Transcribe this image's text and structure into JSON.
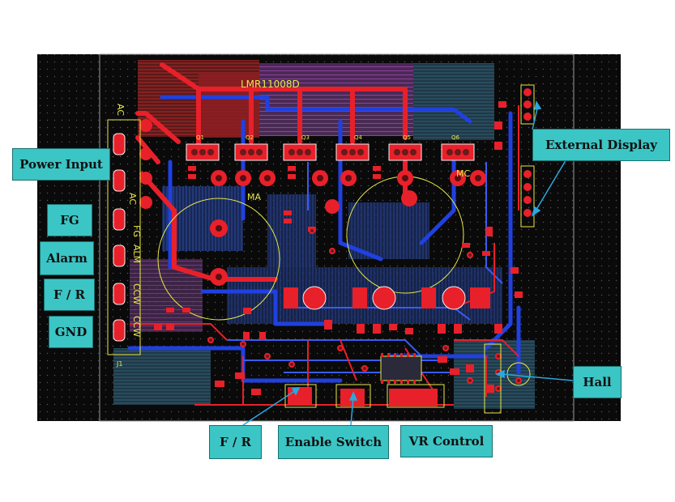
{
  "board": {
    "main_label": "LMR11008D",
    "silkscreen": {
      "ac_top": "AC",
      "ac_side": "AC",
      "fg": "FG",
      "alm": "ALM",
      "ccw": "CCW",
      "j1": "J1",
      "ma": "MA",
      "mc": "MC",
      "q1": "Q1",
      "q2": "Q2",
      "q3": "Q3",
      "q4": "Q4",
      "q5": "Q5",
      "q6": "Q6"
    }
  },
  "callouts": {
    "power_input": "Power Input",
    "fg": "FG",
    "alarm": "Alarm",
    "fr_left": "F / R",
    "gnd": "GND",
    "external_display": "External Display",
    "hall": "Hall",
    "fr_bottom": "F / R",
    "enable_switch": "Enable Switch",
    "vr_control": "VR Control"
  },
  "colors": {
    "board_bg": "#0a0a0a",
    "top_copper": "#e8202a",
    "bottom_copper": "#2040e0",
    "silkscreen": "#e8e84a",
    "callout_fill": "#3cc5c5",
    "arrow": "#2aa8e0"
  }
}
